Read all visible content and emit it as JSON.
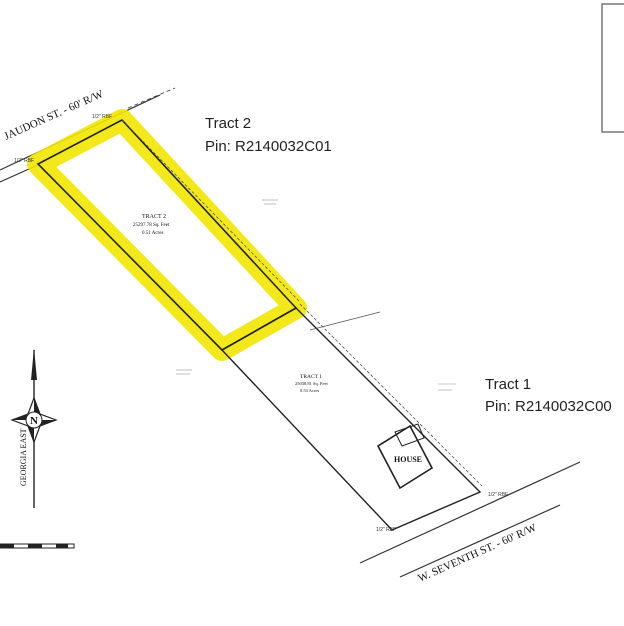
{
  "tracts": [
    {
      "title": "Tract 2",
      "pin": "Pin: R2140032C01",
      "plat_label": "TRACT 2",
      "plat_area": "25297.78 Sq. Feet",
      "plat_acres": "0.51 Acres",
      "highlighted": true
    },
    {
      "title": "Tract 1",
      "pin": "Pin: R2140032C00",
      "plat_label": "TRACT 1",
      "plat_area": "25038.81 Sq. Feet",
      "plat_acres": "0.53 Acres",
      "highlighted": false
    }
  ],
  "streets": {
    "north": "JAUDON ST. - 60' R/W",
    "south": "W. SEVENTH ST. - 60' R/W"
  },
  "structures": {
    "house": "HOUSE"
  },
  "north_arrow": {
    "letter": "N",
    "zone": "GEORGIA EAST"
  },
  "markers": {
    "iron_rod": "1/2\" RBF"
  },
  "colors": {
    "highlight": "#f2e600",
    "line": "#222222"
  }
}
